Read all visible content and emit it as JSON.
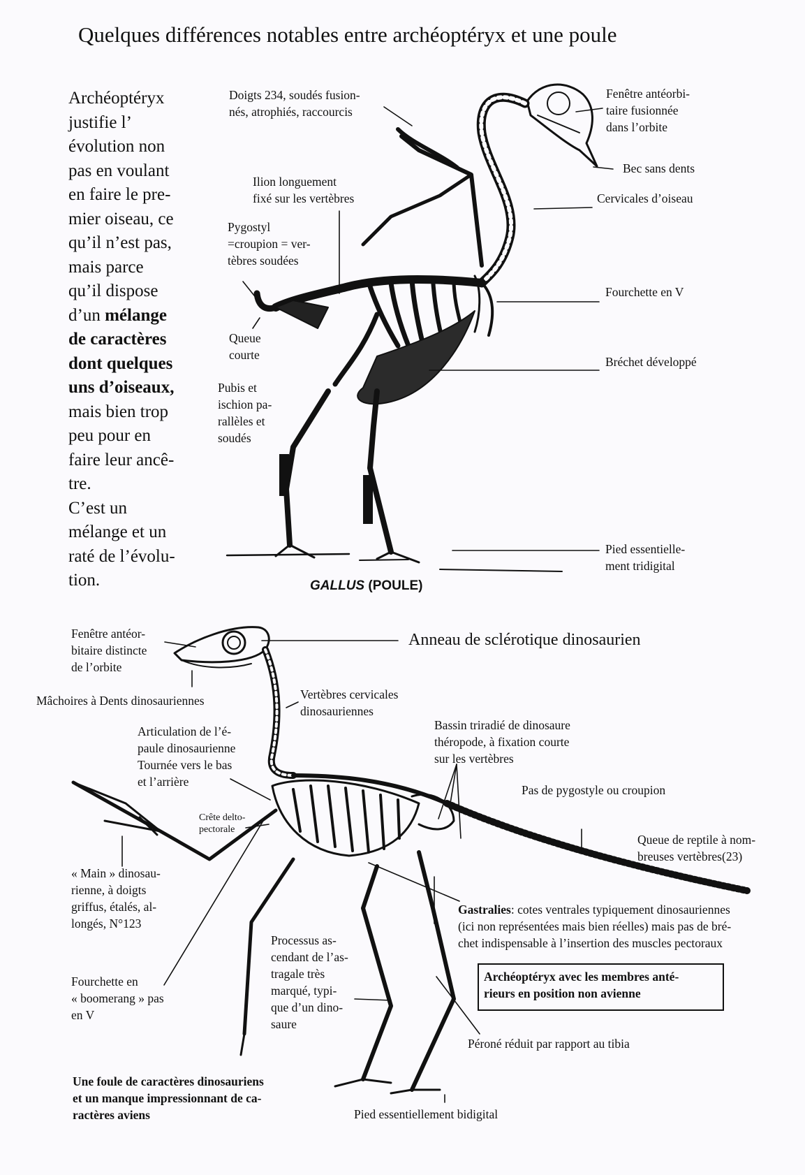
{
  "title": "Quelques différences notables entre archéoptéryx et une poule",
  "intro": {
    "lines": [
      "Archéoptéryx",
      "justifie l’",
      "évolution non",
      "pas en voulant",
      "en faire le pre-",
      "mier oiseau, ce",
      "qu’il n’est pas,",
      "mais parce",
      "qu’il dispose"
    ],
    "line9_start": "d’un ",
    "line9_bold": "mélange",
    "bold_lines": [
      "de caractères",
      "dont quelques"
    ],
    "line12_bold": "uns d’oiseaux,",
    "tail_lines": [
      "mais bien trop",
      "peu pour en",
      "faire leur ancê-",
      "tre.",
      "C’est un",
      "mélange et un",
      "raté de l’évolu-",
      "tion."
    ]
  },
  "gallus": {
    "caption_italic": "GALLUS",
    "caption_rest": " (POULE)",
    "labels": {
      "doigts": [
        "Doigts 234, soudés fusion-",
        "nés, atrophiés, raccourcis"
      ],
      "fenetre": [
        "Fenêtre antéorbi-",
        "taire fusionnée",
        "dans l’orbite"
      ],
      "bec": "Bec sans dents",
      "ilion": [
        "Ilion longuement",
        "fixé sur les vertèbres"
      ],
      "cervicales": "Cervicales d’oiseau",
      "pygostyl": [
        "Pygostyl",
        "=croupion = ver-",
        "tèbres soudées"
      ],
      "fourchette": "Fourchette en V",
      "queue": [
        "Queue",
        "courte"
      ],
      "brechet": "Bréchet développé",
      "pubis": [
        "Pubis et",
        "ischion pa-",
        "rallèles et",
        "soudés"
      ],
      "pied": [
        "Pied essentielle-",
        "ment tridigital"
      ]
    }
  },
  "archaeopteryx": {
    "labels": {
      "fenetre": [
        "Fenêtre antéor-",
        "bitaire distincte",
        "de l’orbite"
      ],
      "anneau": "Anneau de sclérotique dinosaurien",
      "machoires": "Mâchoires à Dents  dinosauriennes",
      "vertebres": [
        "Vertèbres cervicales",
        "dinosauriennes"
      ],
      "articulation": [
        "Articulation de l’é-",
        "paule dinosaurienne",
        "Tournée vers le bas",
        "et l’arrière"
      ],
      "bassin": [
        "Bassin triradié de dinosaure",
        "théropode, à fixation courte",
        "sur les vertèbres"
      ],
      "pygostyle": "Pas de pygostyle  ou croupion",
      "crete": [
        "Crête delto-",
        "pectorale"
      ],
      "queue": [
        "Queue de reptile à nom-",
        "breuses vertèbres(23)"
      ],
      "main": [
        "« Main » dinosau-",
        "rienne, à doigts",
        "griffus, étalés, al-",
        "longés, N°123"
      ],
      "gastralies_bold": "Gastralies",
      "gastralies_lines": [
        ": cotes ventrales typiquement dinosauriennes",
        "(ici non représentées mais bien réelles) mais pas de bré-",
        "chet indispensable à l’insertion des muscles pectoraux"
      ],
      "boxed": [
        "Archéoptéryx avec les membres anté-",
        "rieurs en position non avienne"
      ],
      "processus": [
        "Processus as-",
        "cendant de l’as-",
        "tragale très",
        "marqué, typi-",
        "que d’un dino-",
        "saure"
      ],
      "fourchette": [
        "Fourchette en",
        "« boomerang » pas",
        "en V"
      ],
      "perone": "Péroné réduit par rapport au tibia",
      "conclusion": [
        "Une foule de caractères dinosauriens",
        "et un manque  impressionnant de ca-",
        "ractères aviens"
      ],
      "pied": "Pied essentiellement bidigital"
    }
  }
}
